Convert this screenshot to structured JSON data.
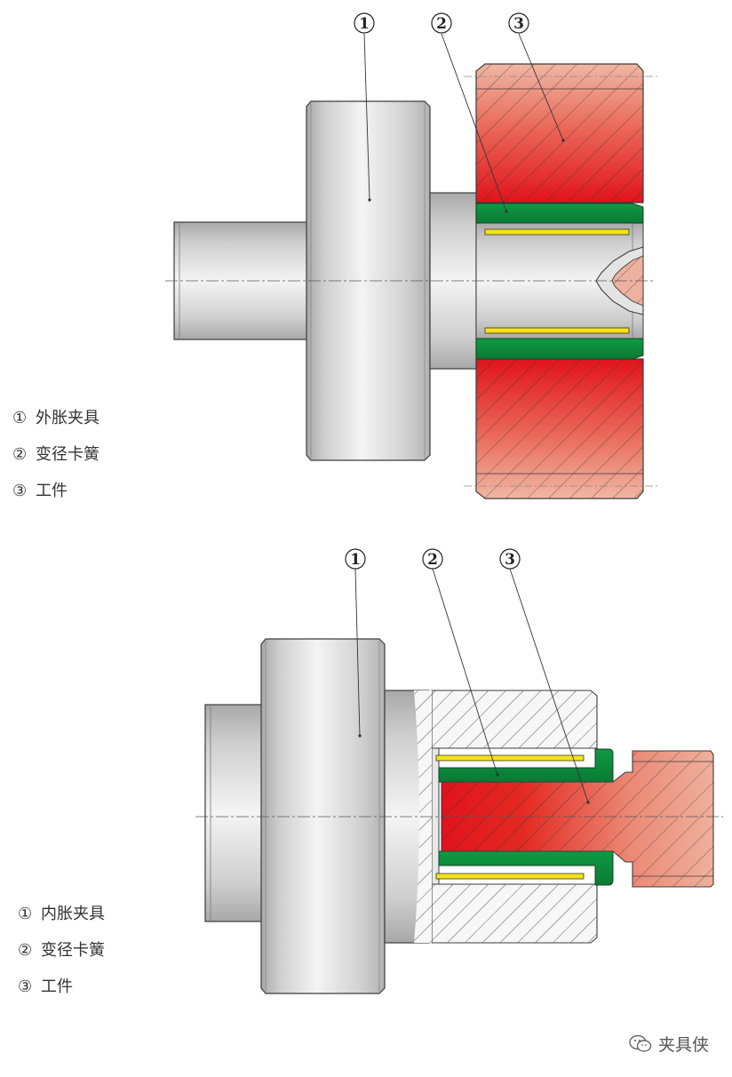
{
  "colors": {
    "metal_light": "#f2f2f2",
    "metal_mid": "#d0d0d0",
    "metal_dark": "#a6a6a6",
    "workpiece_red": "#e0151d",
    "workpiece_salmon": "#eaa892",
    "collet_green": "#0c8a3a",
    "slot_yellow": "#f4e21a",
    "outline": "#3c3c3c"
  },
  "top_diagram": {
    "callouts": [
      "①",
      "②",
      "③"
    ],
    "legend": [
      {
        "num": "①",
        "label": "外胀夹具"
      },
      {
        "num": "②",
        "label": "变径卡簧"
      },
      {
        "num": "③",
        "label": "工件"
      }
    ]
  },
  "bottom_diagram": {
    "callouts": [
      "①",
      "②",
      "③"
    ],
    "legend": [
      {
        "num": "①",
        "label": "内胀夹具"
      },
      {
        "num": "②",
        "label": "变径卡簧"
      },
      {
        "num": "③",
        "label": "工件"
      }
    ]
  },
  "watermark": {
    "icon": "wechat-icon",
    "text": "夹具侠"
  }
}
